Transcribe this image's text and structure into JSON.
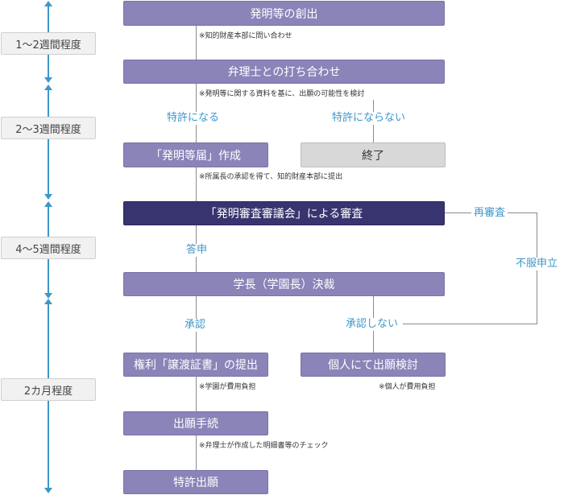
{
  "periods": [
    "1〜2週間程度",
    "2〜3週間程度",
    "4〜5週間程度",
    "2カ月程度"
  ],
  "steps": {
    "invention": "発明等の創出",
    "meeting": "弁理士との打ち合わせ",
    "notification": "「発明等届」作成",
    "end": "終了",
    "committee": "「発明審査審議会」による審査",
    "decision": "学長（学園長）決裁",
    "transfer": "権利「譲渡証書」の提出",
    "individual": "個人にて出願検討",
    "procedure": "出願手続",
    "filing": "特許出願"
  },
  "notes": {
    "invention": "※知的財産本部に問い合わせ",
    "meeting": "※発明等に関する資料を基に、出願の可能性を検討",
    "notification": "※所属長の承認を得て、知的財産本部に提出",
    "transfer": "※学園が費用負担",
    "individual": "※個人が費用負担",
    "procedure": "※弁理士が作成した明細書等のチェック"
  },
  "labels": {
    "patentable": "特許になる",
    "not_patentable": "特許にならない",
    "re_examination": "再審査",
    "report": "答申",
    "objection": "不服申立",
    "approve": "承認",
    "disapprove": "承認しない"
  }
}
